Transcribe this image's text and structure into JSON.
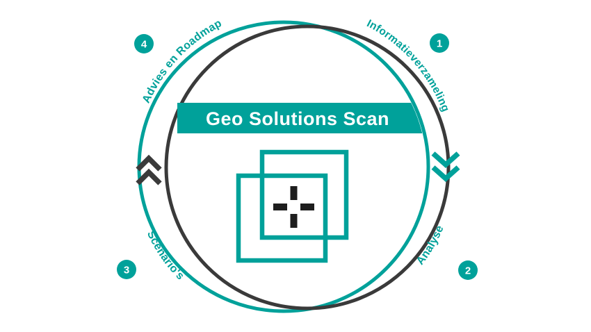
{
  "banner": {
    "title": "Geo Solutions Scan"
  },
  "steps": [
    {
      "number": "1",
      "label": "Informatieverzameling",
      "position": "top-right"
    },
    {
      "number": "2",
      "label": "Analyse",
      "position": "bottom-right"
    },
    {
      "number": "3",
      "label": "Scenario's",
      "position": "bottom-left"
    },
    {
      "number": "4",
      "label": "Advies en Roadmap",
      "position": "top-left"
    }
  ],
  "icons": {
    "center_logo": "overlapping-squares-crosshair",
    "left_arrows": "double-chevron-up",
    "right_arrows": "double-chevron-down"
  },
  "colors": {
    "teal": "#00A19A",
    "dark": "#3A3A3A",
    "ink": "#1E1E1E",
    "white": "#FFFFFF",
    "bg": "#FFFFFF"
  }
}
